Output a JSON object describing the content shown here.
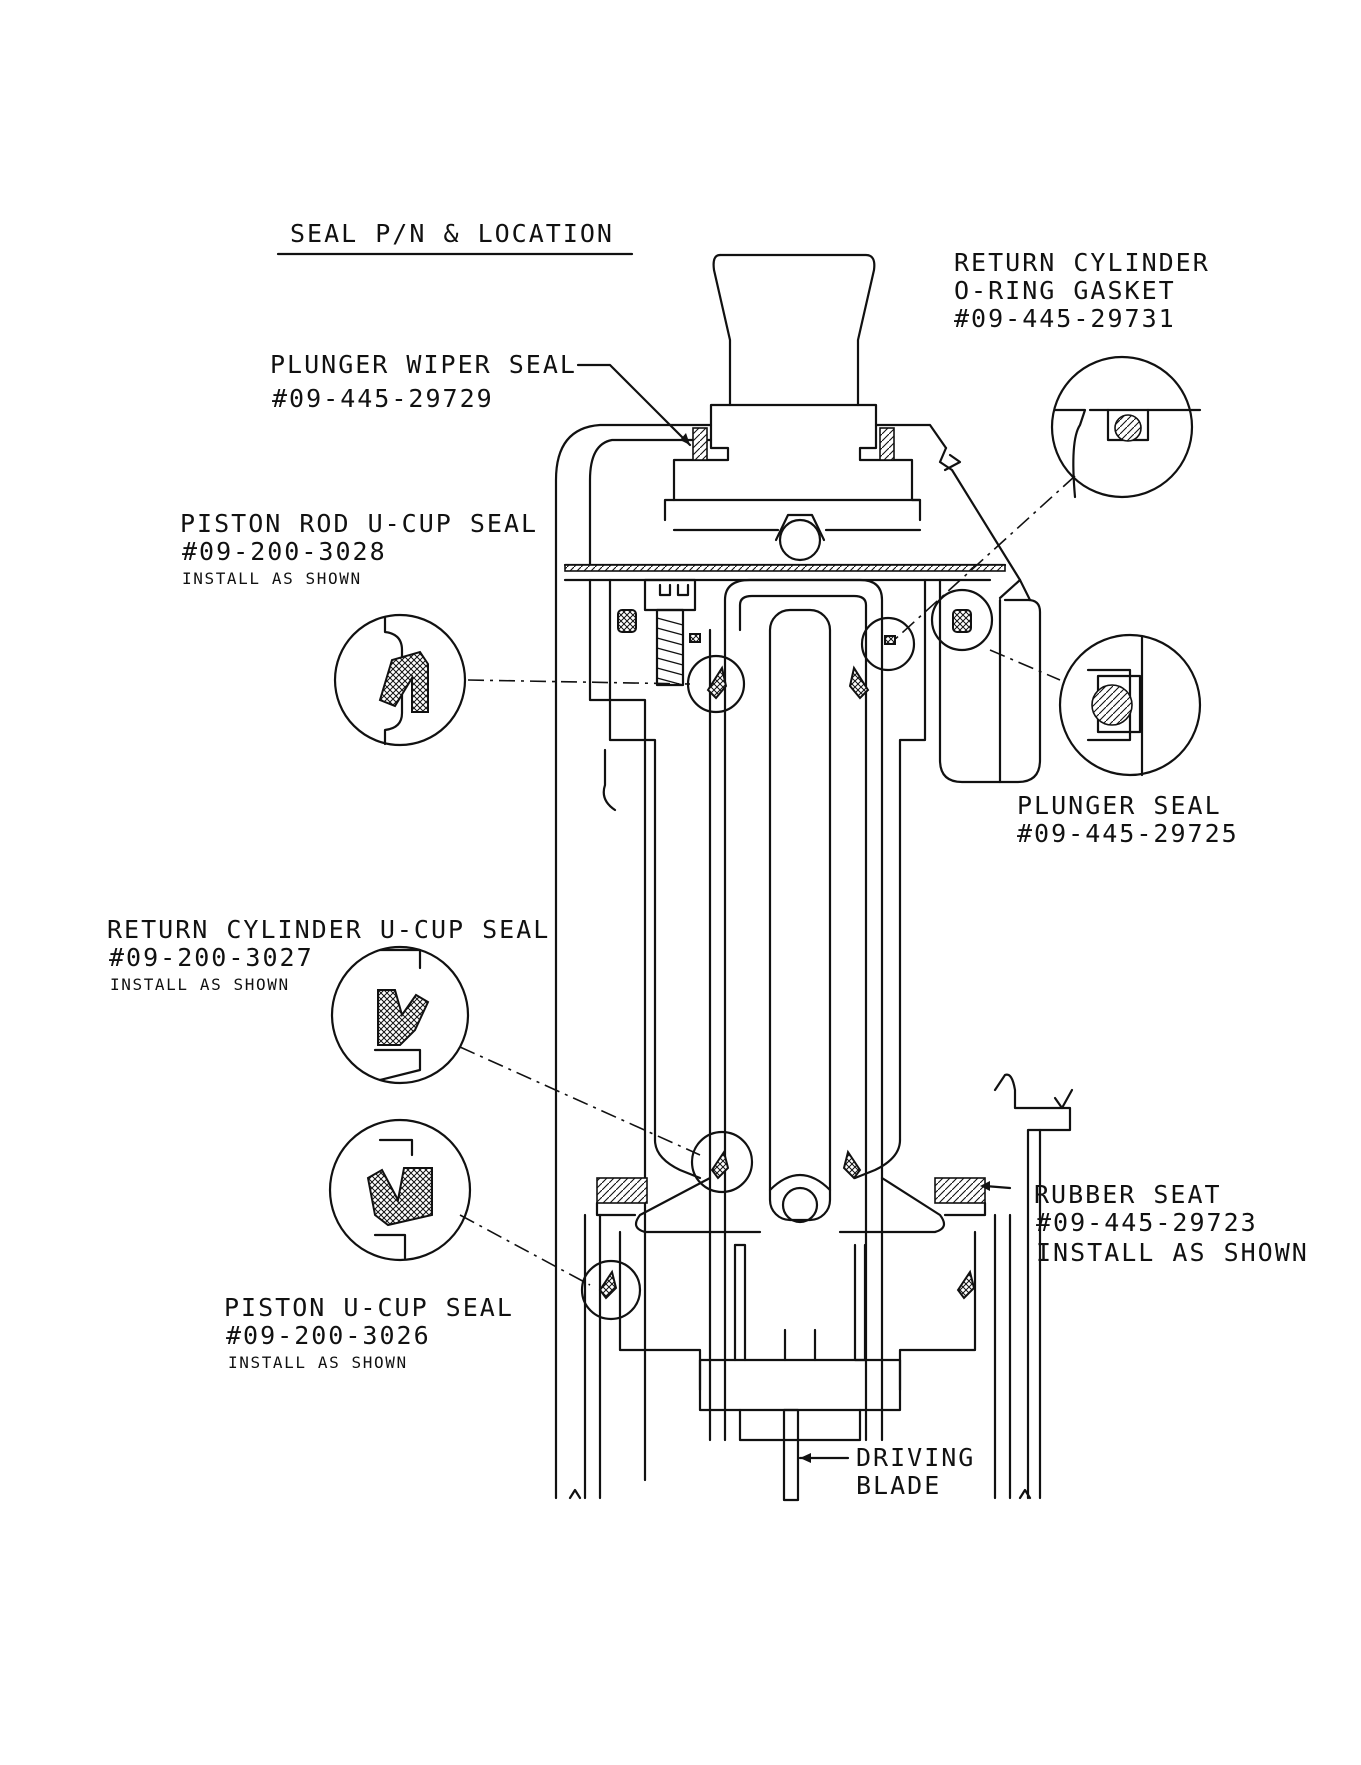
{
  "title": "SEAL P/N & LOCATION",
  "callouts": {
    "plunger_wiper": {
      "name": "PLUNGER WIPER SEAL",
      "pn": "#09-445-29729"
    },
    "return_cyl_oring": {
      "line1": "RETURN CYLINDER",
      "line2": "O-RING GASKET",
      "pn": "#09-445-29731"
    },
    "piston_rod_ucup": {
      "name": "PISTON ROD U-CUP SEAL",
      "pn": "#09-200-3028",
      "note": "INSTALL AS SHOWN"
    },
    "plunger_seal": {
      "name": "PLUNGER SEAL",
      "pn": "#09-445-29725"
    },
    "return_cyl_ucup": {
      "name": "RETURN CYLINDER U-CUP SEAL",
      "pn": "#09-200-3027",
      "note": "INSTALL AS SHOWN"
    },
    "rubber_seat": {
      "name": "RUBBER SEAT",
      "pn": "#09-445-29723",
      "note": "INSTALL AS SHOWN"
    },
    "piston_ucup": {
      "name": "PISTON U-CUP SEAL",
      "pn": "#09-200-3026",
      "note": "INSTALL AS SHOWN"
    },
    "driving_blade": {
      "line1": "DRIVING",
      "line2": "BLADE"
    }
  }
}
